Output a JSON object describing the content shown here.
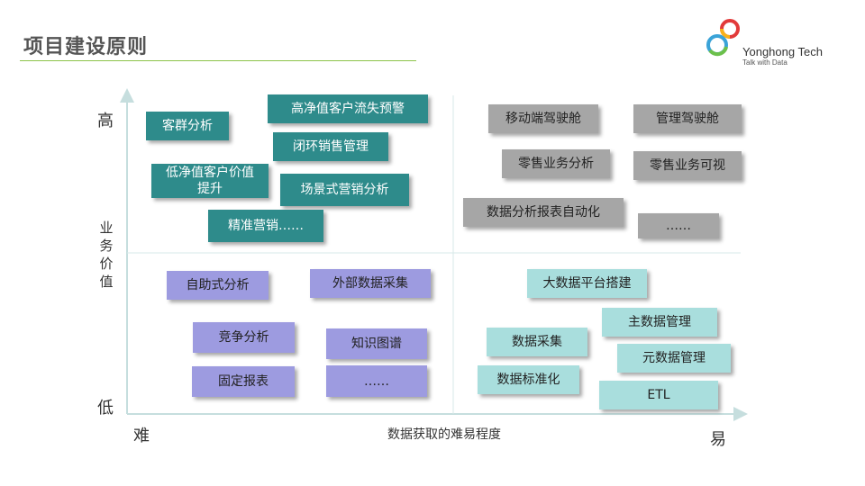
{
  "header": {
    "title": "项目建设原则"
  },
  "logo": {
    "name": "Yonghong Tech",
    "tagline": "Talk with Data",
    "colors": [
      "#e23a3a",
      "#f7b21a",
      "#3aa3d8",
      "#6cc04a"
    ]
  },
  "axes": {
    "y_high": "高",
    "y_low": "低",
    "y_title": "业务价值",
    "x_hard": "难",
    "x_easy": "易",
    "x_title": "数据获取的难易程度"
  },
  "quadrants": {
    "top_left": {
      "color": "#2e8b8b",
      "items": [
        "客群分析",
        "高净值客户流失预警",
        "闭环销售管理",
        "低净值客户价值提升",
        "场景式营销分析",
        "精准营销……"
      ]
    },
    "top_right": {
      "color": "#a6a6a6",
      "items": [
        "移动端驾驶舱",
        "管理驾驶舱",
        "零售业务分析",
        "零售业务可视",
        "数据分析报表自动化",
        "……"
      ]
    },
    "bottom_left": {
      "color": "#9d9be0",
      "items": [
        "自助式分析",
        "外部数据采集",
        "竞争分析",
        "知识图谱",
        "固定报表",
        "……"
      ]
    },
    "bottom_right": {
      "color": "#a9dedd",
      "items": [
        "大数据平台搭建",
        "主数据管理",
        "数据采集",
        "元数据管理",
        "数据标准化",
        "ETL"
      ]
    }
  }
}
